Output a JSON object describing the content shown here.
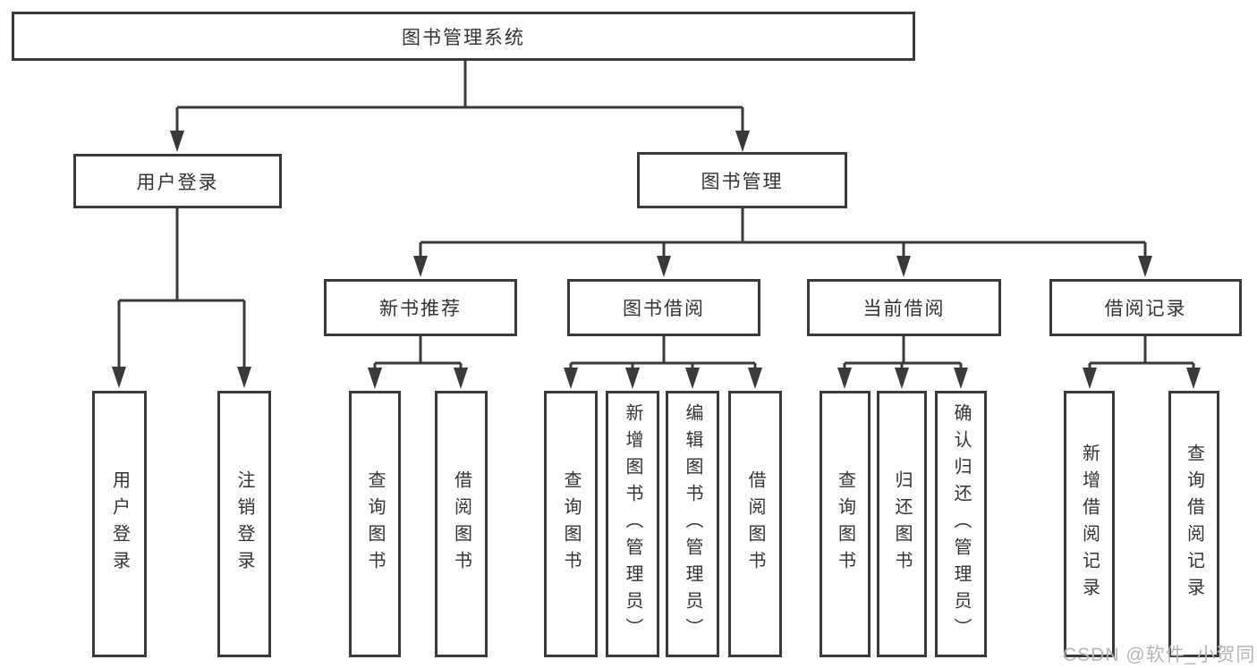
{
  "colors": {
    "line": "#3a3a3a",
    "text": "#333333",
    "watermark": "#b5b5b5",
    "background": "#ffffff"
  },
  "watermark": {
    "text": "CSDN @软件_小贺同学"
  },
  "tree": {
    "root": {
      "label": "图书管理系统"
    },
    "branches": [
      {
        "label": "用户登录",
        "children": [
          {
            "label": "用户登录"
          },
          {
            "label": "注销登录"
          }
        ]
      },
      {
        "label": "图书管理",
        "children": [
          {
            "label": "新书推荐",
            "children": [
              {
                "label": "查询图书"
              },
              {
                "label": "借阅图书"
              }
            ]
          },
          {
            "label": "图书借阅",
            "children": [
              {
                "label": "查询图书"
              },
              {
                "label": "新增图书（管理员）"
              },
              {
                "label": "编辑图书（管理员）"
              },
              {
                "label": "借阅图书"
              }
            ]
          },
          {
            "label": "当前借阅",
            "children": [
              {
                "label": "查询图书"
              },
              {
                "label": "归还图书"
              },
              {
                "label": "确认归还（管理员）"
              }
            ]
          },
          {
            "label": "借阅记录",
            "children": [
              {
                "label": "新增借阅记录"
              },
              {
                "label": "查询借阅记录"
              }
            ]
          }
        ]
      }
    ]
  }
}
